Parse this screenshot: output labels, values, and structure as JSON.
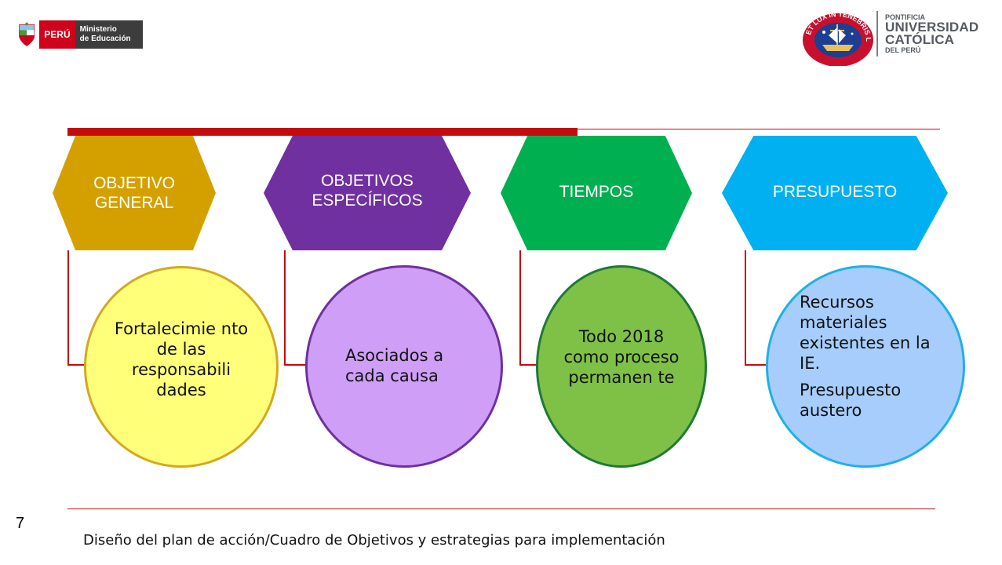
{
  "header": {
    "peru_label": "PERÚ",
    "ministry_line1": "Ministerio",
    "ministry_line2": "de Educación",
    "university_line1": "PONTIFICIA",
    "university_line2": "UNIVERSIDAD",
    "university_line3": "CATÓLICA",
    "university_line4": "DEL PERÚ",
    "seal_motto": "ET LUX IN TENEBRIS LUCET"
  },
  "columns": [
    {
      "heading": "OBJETIVO GENERAL",
      "color": "#d4a000",
      "body": [
        "Fortalecimie nto de las responsabili dades"
      ],
      "circle_fill": "#ffff7a",
      "circle_border": "#d4a820"
    },
    {
      "heading": "OBJETIVOS ESPECÍFICOS",
      "color": "#7030a0",
      "body": [
        "Asociados  a cada causa"
      ],
      "circle_fill": "#cf9ff7",
      "circle_border": "#7030a0"
    },
    {
      "heading": "TIEMPOS",
      "color": "#00b050",
      "body": [
        "Todo 2018 como proceso permanen te"
      ],
      "circle_fill": "#7fc046",
      "circle_border": "#1e7a35"
    },
    {
      "heading": "PRESUPUESTO",
      "color": "#00b0f0",
      "body": [
        "Recursos materiales existentes en la IE.",
        "Presupuesto austero"
      ],
      "circle_fill": "#a6cdfb",
      "circle_border": "#1fb0e6"
    }
  ],
  "connector_color": "#c40c0c",
  "page_number": "7",
  "footer_text": "Diseño del plan de acción/Cuadro de Objetivos y estrategias para implementación"
}
